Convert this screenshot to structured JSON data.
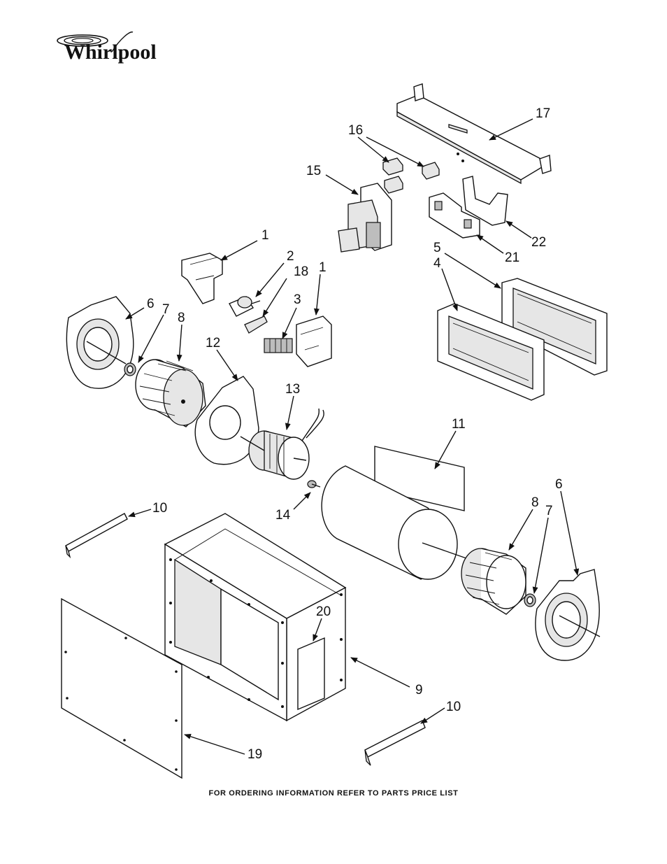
{
  "brand": {
    "name": "Whirlpool"
  },
  "callouts": {
    "c1a": "1",
    "c1b": "1",
    "c2": "2",
    "c3": "3",
    "c4": "4",
    "c5": "5",
    "c6a": "6",
    "c6b": "6",
    "c7a": "7",
    "c7b": "7",
    "c8a": "8",
    "c8b": "8",
    "c9": "9",
    "c10a": "10",
    "c10b": "10",
    "c11": "11",
    "c12": "12",
    "c13": "13",
    "c14": "14",
    "c15": "15",
    "c16": "16",
    "c17": "17",
    "c18": "18",
    "c19": "19",
    "c20": "20",
    "c21": "21",
    "c22": "22"
  },
  "footer": {
    "text": "FOR ORDERING INFORMATION REFER TO PARTS PRICE LIST"
  }
}
